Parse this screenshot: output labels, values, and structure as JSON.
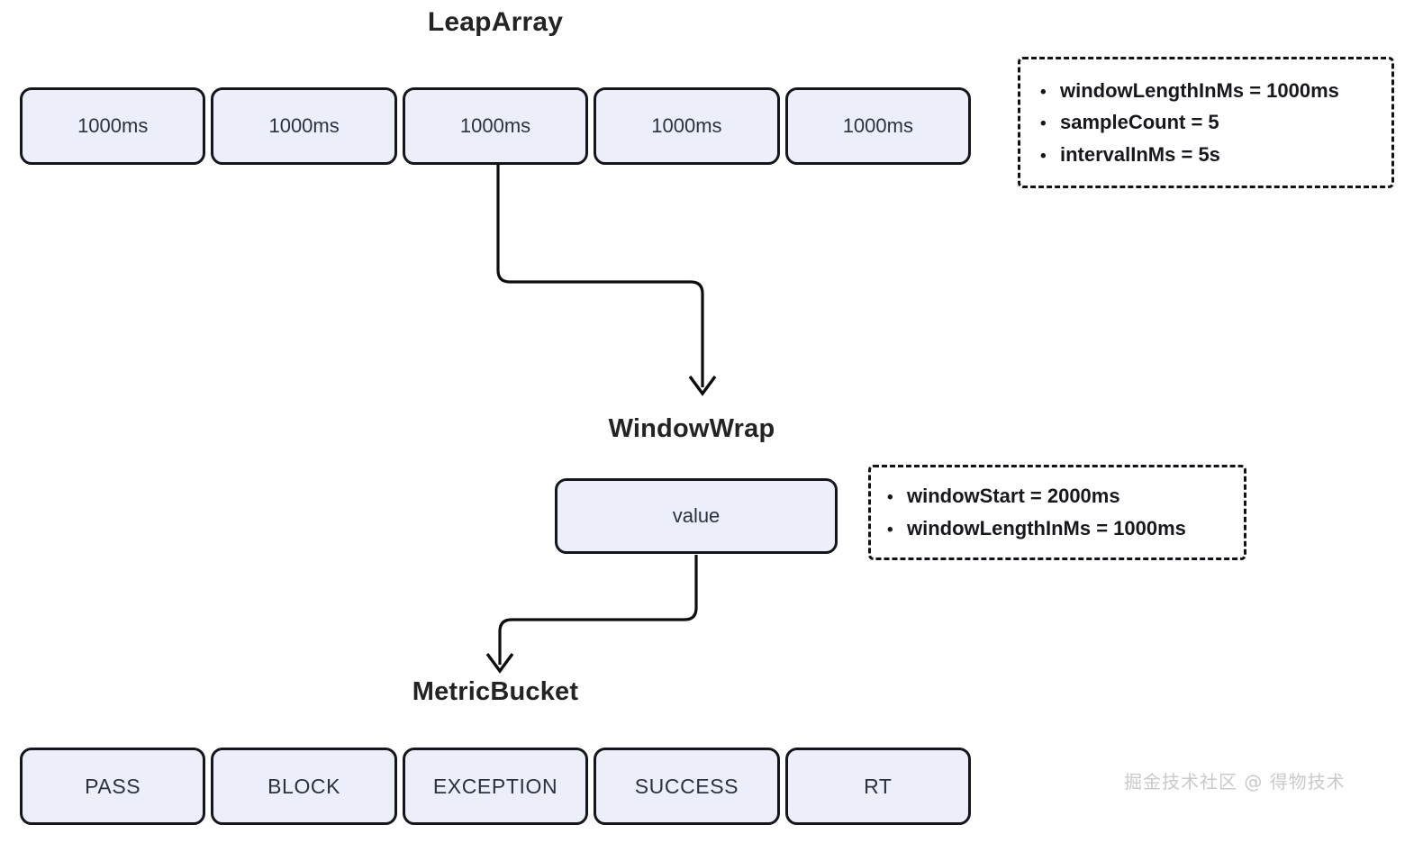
{
  "diagram": {
    "title_leaparray": "LeapArray",
    "title_windowwrap": "WindowWrap",
    "title_metricbucket": "MetricBucket",
    "leap_array_cells": [
      {
        "label": "1000ms"
      },
      {
        "label": "1000ms"
      },
      {
        "label": "1000ms"
      },
      {
        "label": "1000ms"
      },
      {
        "label": "1000ms"
      }
    ],
    "window_wrap_box": {
      "label": "value"
    },
    "metric_bucket_cells": [
      {
        "label": "PASS"
      },
      {
        "label": "BLOCK"
      },
      {
        "label": "EXCEPTION"
      },
      {
        "label": "SUCCESS"
      },
      {
        "label": "RT"
      }
    ],
    "note_leaparray": {
      "bullet": "•",
      "items": [
        "windowLengthInMs = 1000ms",
        "sampleCount = 5",
        "intervalInMs = 5s"
      ]
    },
    "note_windowwrap": {
      "bullet": "•",
      "items": [
        "windowStart = 2000ms",
        "windowLengthInMs = 1000ms"
      ]
    },
    "watermark": "掘金技术社区 @ 得物技术",
    "colors": {
      "box_fill": "#eceffa",
      "box_border": "#15161c",
      "note_border": "#111217",
      "text": "#2c3040",
      "title": "#232323",
      "connector": "#0d0d0f",
      "watermark": "#c9c9cc",
      "background": "#ffffff"
    }
  }
}
